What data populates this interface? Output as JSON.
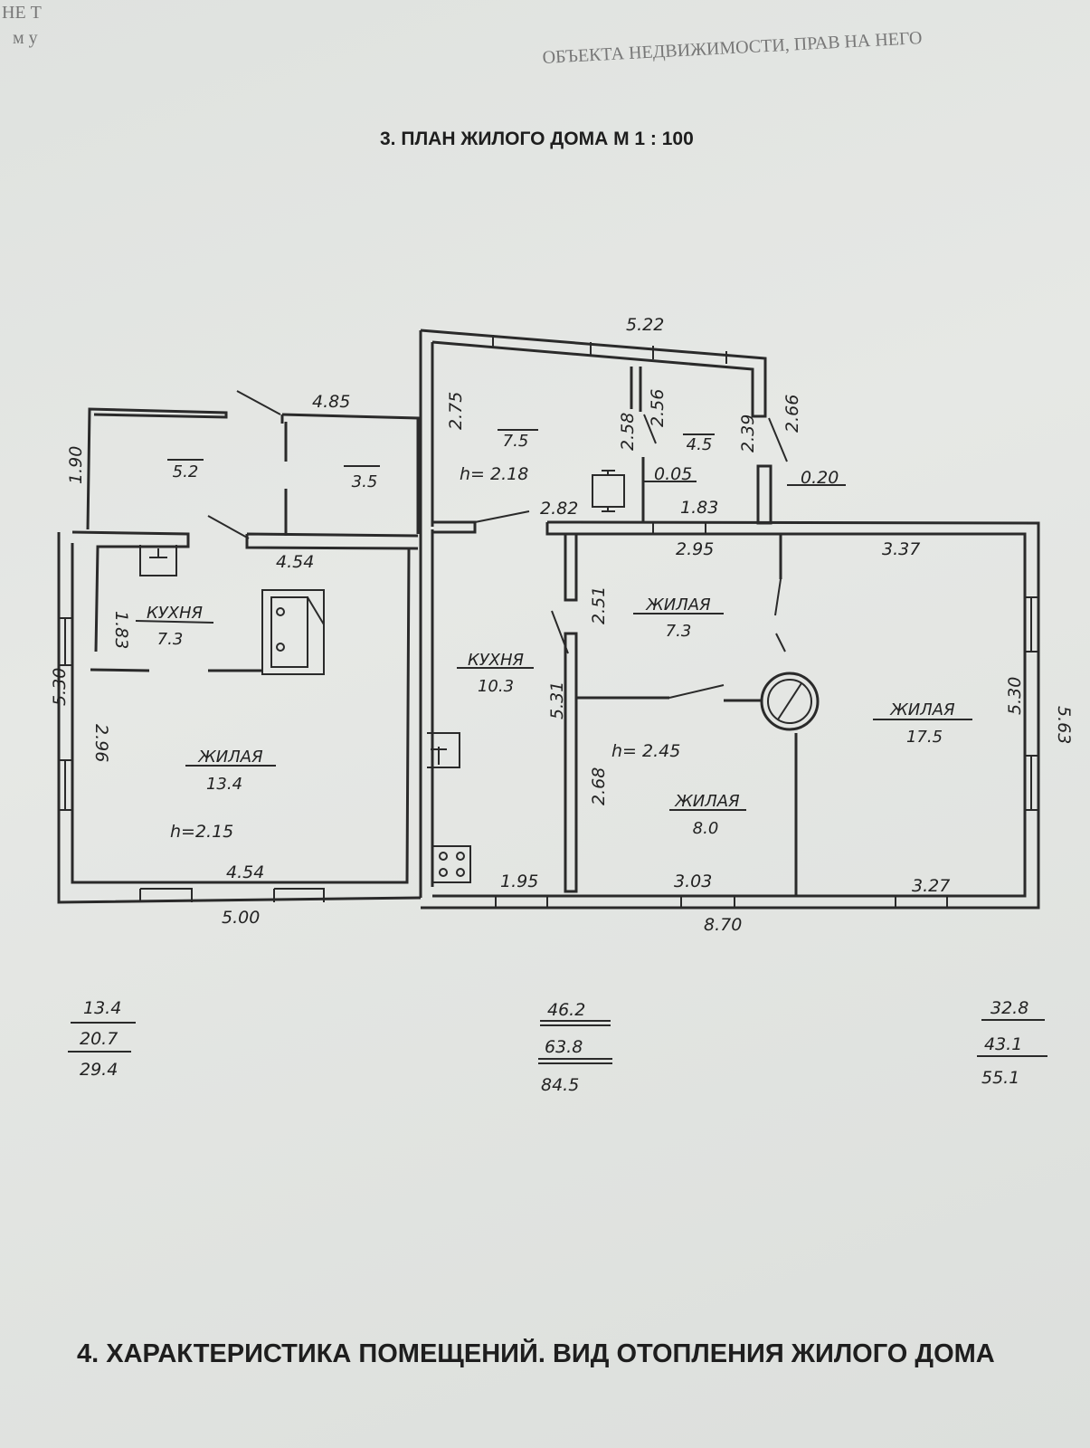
{
  "header": {
    "top_left_fragment": "НЕ Т",
    "top_left_fragment2": "м у",
    "top_right_faint": "ОБЪЕКТА НЕДВИЖИМОСТИ, ПРАВ НА НЕГО"
  },
  "plan_title": "3. ПЛАН ЖИЛОГО ДОМА М 1 : 100",
  "rooms": {
    "small_left": "5.2",
    "small_mid": "3.5",
    "kitchen_left_name": "КУХНЯ",
    "kitchen_left_area": "7.3",
    "living_left_name": "ЖИЛАЯ",
    "living_left_area": "13.4",
    "height_left": "h=2.15",
    "annex_left": "7.5",
    "annex_right": "4.5",
    "height_annex": "h= 2.18",
    "kitchen_mid_name": "КУХНЯ",
    "kitchen_mid_area": "10.3",
    "living_73_name": "ЖИЛАЯ",
    "living_73_area": "7.3",
    "living_80_name": "ЖИЛАЯ",
    "living_80_area": "8.0",
    "height_mid": "h= 2.45",
    "living_175_name": "ЖИЛАЯ",
    "living_175_area": "17.5"
  },
  "dimensions": {
    "d522": "5.22",
    "d485": "4.85",
    "d190": "1.90",
    "d454a": "4.54",
    "d183v": "1.83",
    "d530l": "5.30",
    "d296": "2.96",
    "d454b": "4.54",
    "d500": "5.00",
    "d275": "2.75",
    "d258": "2.58",
    "d256": "2.56",
    "d239": "2.39",
    "d266": "2.66",
    "d005": "0.05",
    "d020": "0.20",
    "d282": "2.82",
    "d183h": "1.83",
    "d295": "2.95",
    "d337": "3.37",
    "d251": "2.51",
    "d531": "5.31",
    "d268": "2.68",
    "d530r": "5.30",
    "d563": "5.63",
    "d195": "1.95",
    "d303": "3.03",
    "d327": "3.27",
    "d870": "8.70"
  },
  "totals": {
    "left": [
      "13.4",
      "20.7",
      "29.4"
    ],
    "center": [
      "46.2",
      "63.8",
      "84.5"
    ],
    "right": [
      "32.8",
      "43.1",
      "55.1"
    ]
  },
  "section_4_title": "4. ХАРАКТЕРИСТИКА ПОМЕЩЕНИЙ. ВИД ОТОПЛЕНИЯ ЖИЛОГО ДОМА"
}
